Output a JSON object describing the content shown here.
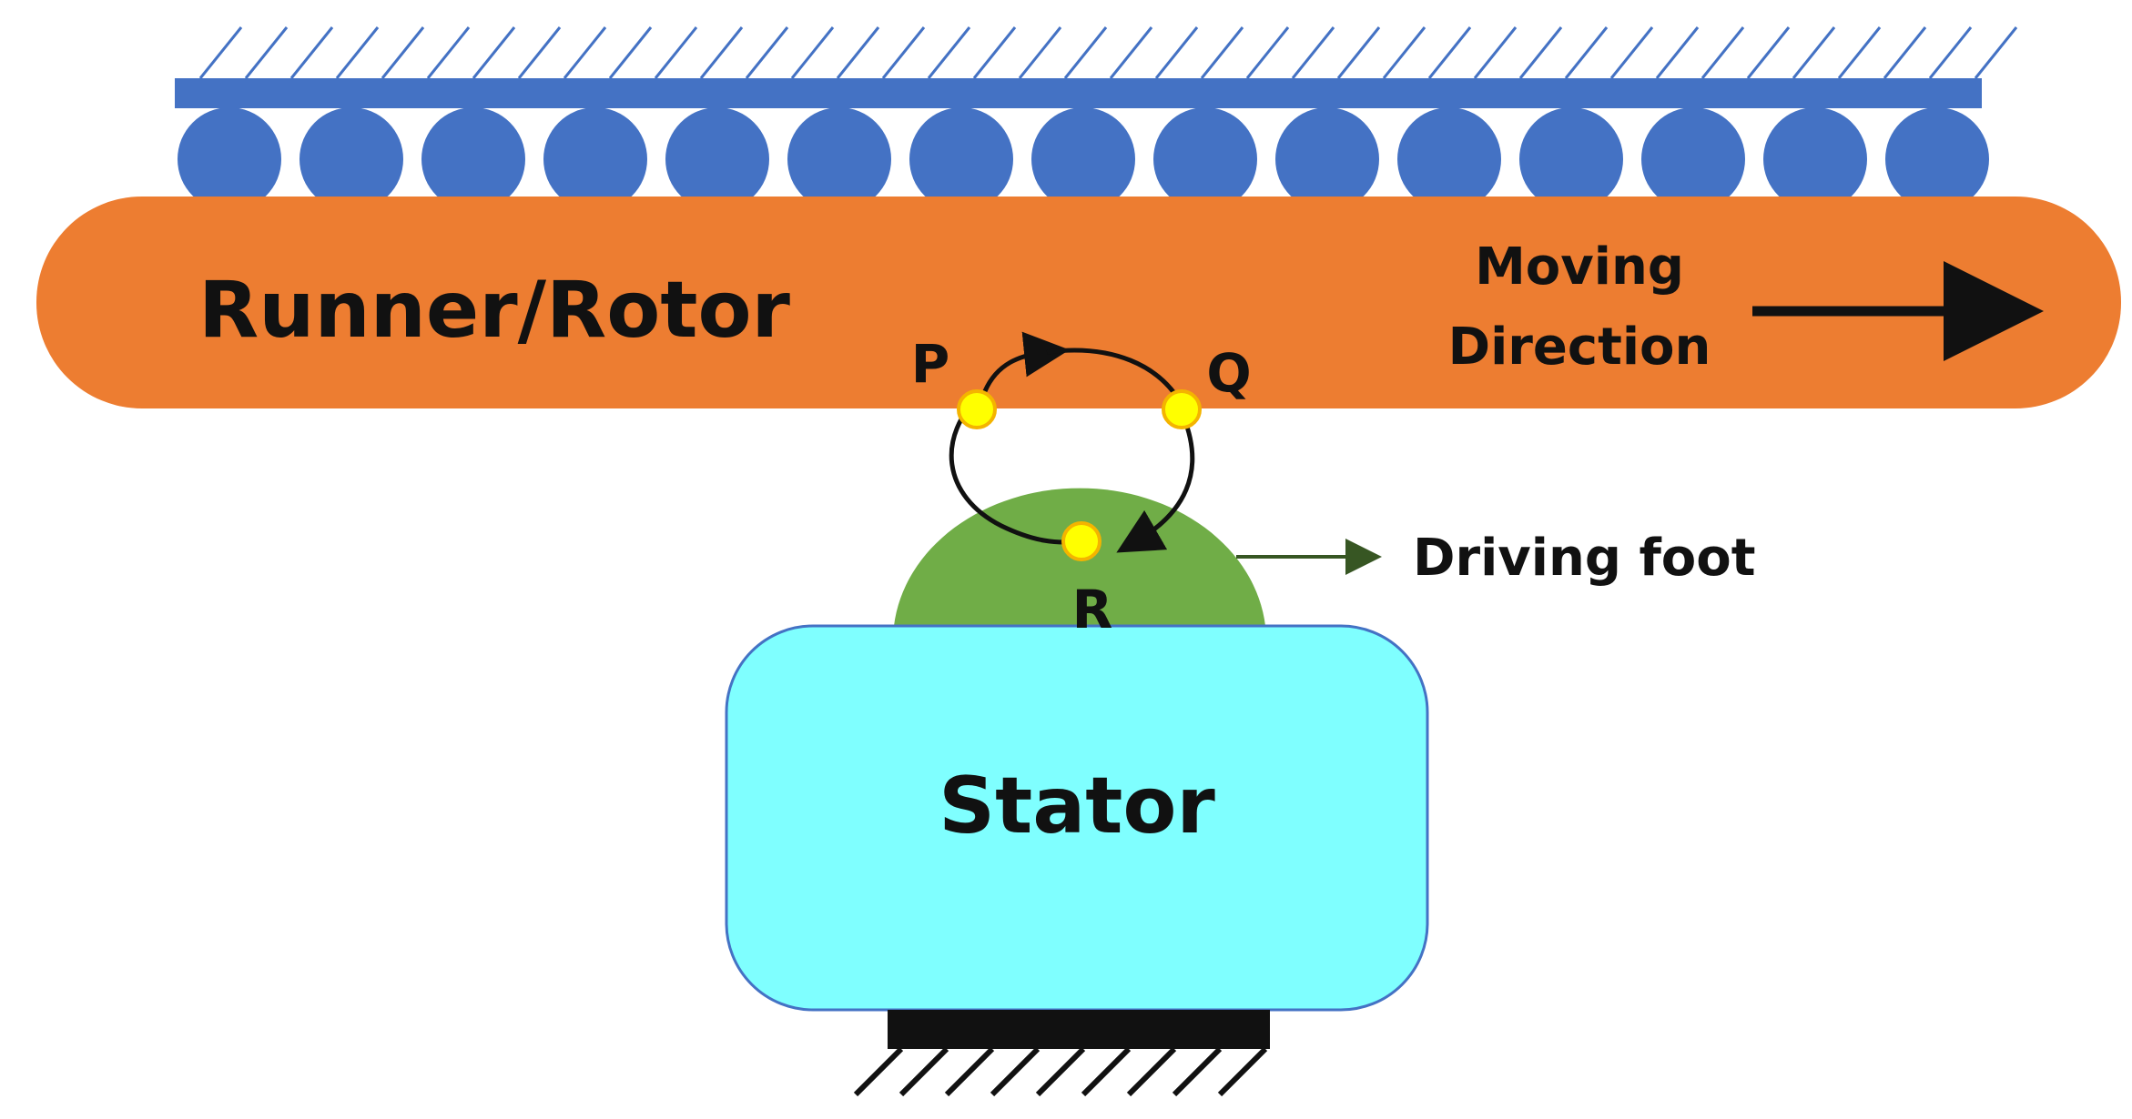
{
  "labels": {
    "runner": "Runner/Rotor",
    "moving_line1": "Moving",
    "moving_line2": "Direction",
    "p": "P",
    "q": "Q",
    "r": "R",
    "driving_foot": "Driving foot",
    "stator": "Stator"
  },
  "colors": {
    "bearing_blue": "#4472C4",
    "runner_orange": "#ED7D31",
    "foot_green": "#70AD47",
    "stator_cyan": "#7FFFFF",
    "point_yellow": "#FFFF00",
    "point_orange": "#F4B400",
    "ground_black": "#111111",
    "foot_arrow": "#375623"
  },
  "icons": {
    "motion_arrow": "arrow-right-icon",
    "elliptical_path": "ellipse-orbit-icon"
  }
}
